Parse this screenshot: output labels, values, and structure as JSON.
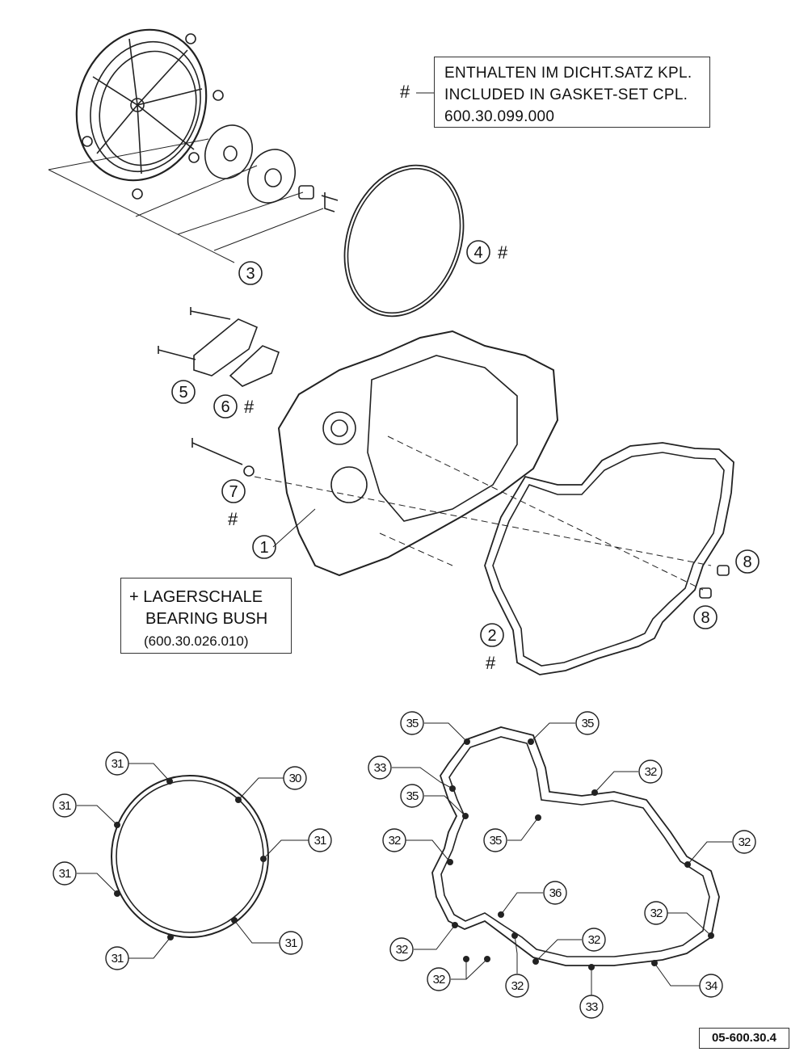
{
  "notes": {
    "gasket_set": {
      "line1": "ENTHALTEN IM DICHT.SATZ KPL.",
      "line2": "INCLUDED IN GASKET-SET CPL.",
      "line3": "600.30.099.000",
      "marker": "#"
    },
    "bearing_bush": {
      "line1": "+ LAGERSCHALE",
      "line2": "BEARING BUSH",
      "line3": "(600.30.026.010)"
    }
  },
  "drawing_number": "05-600.30.4",
  "hash_marker": "#",
  "callouts": {
    "p1": "1",
    "p2": "2",
    "p3": "3",
    "p4": "4",
    "p5": "5",
    "p6": "6",
    "p7": "7",
    "p8a": "8",
    "p8b": "8",
    "ring_31a": "31",
    "ring_30": "30",
    "ring_31b": "31",
    "ring_31c": "31",
    "ring_31d": "31",
    "ring_31e": "31",
    "ring_31f": "31",
    "g_35a": "35",
    "g_35b": "35",
    "g_33a": "33",
    "g_32a": "32",
    "g_35c": "35",
    "g_35d": "35",
    "g_32b": "32",
    "g_32c": "32",
    "g_36": "36",
    "g_32d": "32",
    "g_32e": "32",
    "g_32f": "32",
    "g_32g": "32",
    "g_32h": "32",
    "g_33b": "33",
    "g_34": "34"
  }
}
